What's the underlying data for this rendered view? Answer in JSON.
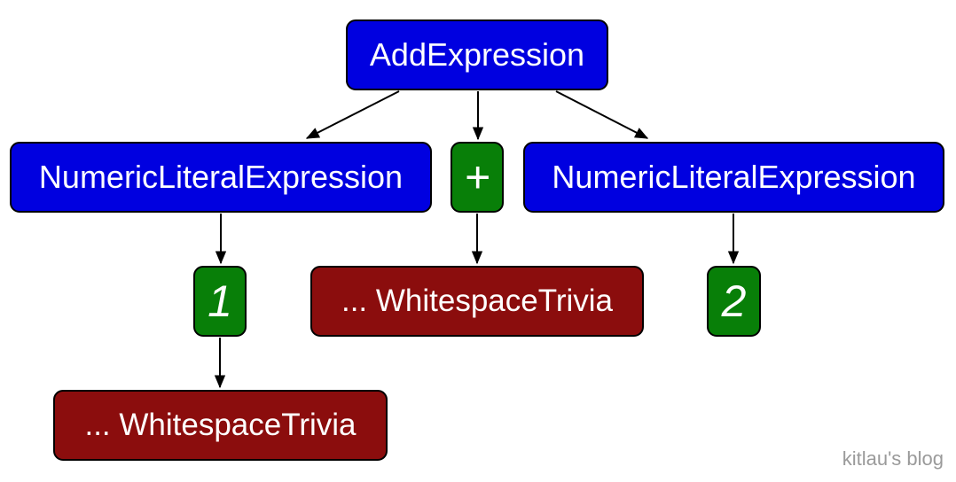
{
  "diagram_type": "syntax-tree",
  "nodes": {
    "add_expression": {
      "label": "AddExpression",
      "kind": "expression"
    },
    "numeric_literal_left": {
      "label": "NumericLiteralExpression",
      "kind": "expression"
    },
    "plus_token": {
      "label": "+",
      "kind": "token"
    },
    "numeric_literal_right": {
      "label": "NumericLiteralExpression",
      "kind": "expression"
    },
    "token_1": {
      "label": "1",
      "kind": "token"
    },
    "whitespace_trivia_middle": {
      "label": "... WhitespaceTrivia",
      "kind": "trivia"
    },
    "token_2": {
      "label": "2",
      "kind": "token"
    },
    "whitespace_trivia_bottom": {
      "label": "... WhitespaceTrivia",
      "kind": "trivia"
    }
  },
  "edges": [
    {
      "from": "add_expression",
      "to": "numeric_literal_left"
    },
    {
      "from": "add_expression",
      "to": "plus_token"
    },
    {
      "from": "add_expression",
      "to": "numeric_literal_right"
    },
    {
      "from": "numeric_literal_left",
      "to": "token_1"
    },
    {
      "from": "plus_token",
      "to": "whitespace_trivia_middle"
    },
    {
      "from": "numeric_literal_right",
      "to": "token_2"
    },
    {
      "from": "token_1",
      "to": "whitespace_trivia_bottom"
    }
  ],
  "colors": {
    "expression_fill": "#0000e0",
    "token_fill": "#087f08",
    "trivia_fill": "#8b0d0d",
    "node_border": "#000000",
    "node_text": "#ffffff",
    "edge": "#000000",
    "background": "#ffffff",
    "watermark": "#9a9a9a"
  },
  "watermark": "kitlau's blog"
}
